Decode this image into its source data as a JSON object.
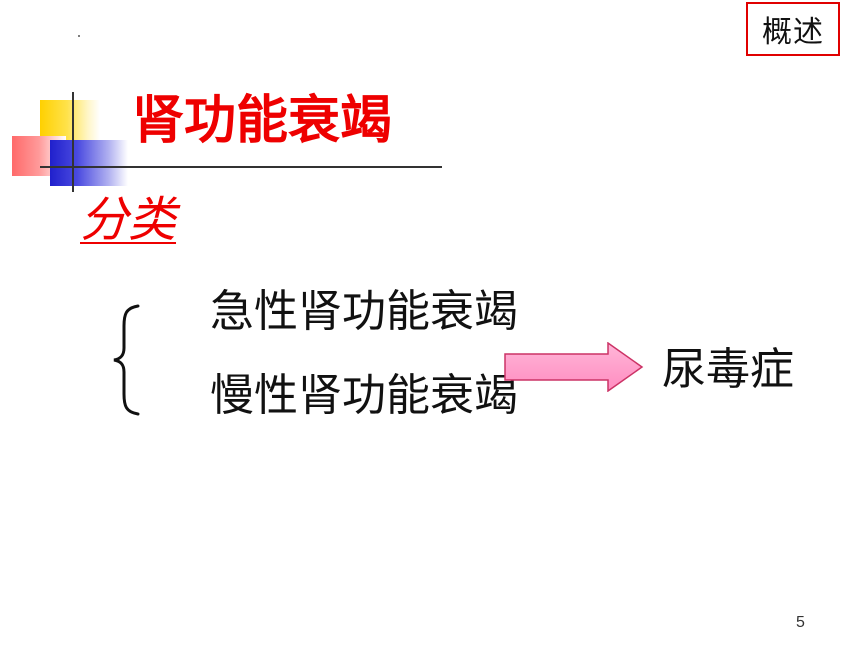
{
  "slide": {
    "tag": "概述",
    "title": "肾功能衰竭",
    "subtitle": "分类",
    "items": [
      {
        "label": "急性肾功能衰竭"
      },
      {
        "label": "慢性肾功能衰竭"
      }
    ],
    "result": "尿毒症",
    "page_number": "5"
  },
  "colors": {
    "accent_red": "#ee0000",
    "text": "#111111",
    "arrow_fill": "#ff9ec8",
    "arrow_stroke": "#cc3366",
    "logo_yellow": "#ffd000",
    "logo_red": "#ff6a6a",
    "logo_blue": "#2020cc"
  },
  "icons": {
    "brace": "left-curly-brace",
    "arrow": "right-arrow",
    "logo": "decorative-squares"
  }
}
